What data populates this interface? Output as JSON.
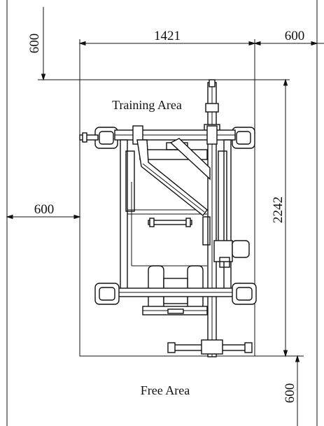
{
  "dimensions": {
    "machine_width": "1421",
    "right_clearance": "600",
    "top_clearance": "600",
    "left_clearance": "600",
    "machine_length": "2242",
    "bottom_clearance": "600"
  },
  "areas": {
    "training": "Training Area",
    "free": "Free Area"
  }
}
